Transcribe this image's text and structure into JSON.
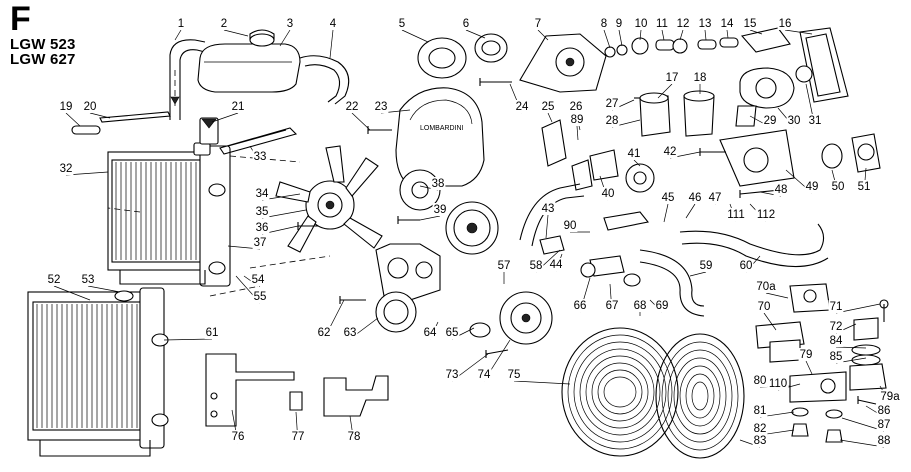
{
  "section_letter": "F",
  "models": [
    "LGW 523",
    "LGW 627"
  ],
  "callouts": [
    "1",
    "2",
    "3",
    "4",
    "5",
    "6",
    "7",
    "8",
    "9",
    "10",
    "11",
    "12",
    "13",
    "14",
    "15",
    "16",
    "17",
    "18",
    "19",
    "20",
    "21",
    "22",
    "23",
    "24",
    "25",
    "26",
    "27",
    "28",
    "29",
    "30",
    "31",
    "32",
    "33",
    "34",
    "35",
    "36",
    "37",
    "38",
    "39",
    "40",
    "41",
    "42",
    "43",
    "44",
    "45",
    "46",
    "47",
    "48",
    "49",
    "50",
    "51",
    "52",
    "53",
    "54",
    "55",
    "57",
    "58",
    "59",
    "60",
    "61",
    "62",
    "63",
    "64",
    "65",
    "66",
    "67",
    "68",
    "69",
    "70",
    "70a",
    "71",
    "72",
    "73",
    "74",
    "75",
    "76",
    "77",
    "78",
    "79",
    "79a",
    "80",
    "81",
    "82",
    "83",
    "84",
    "85",
    "86",
    "87",
    "88",
    "89",
    "90",
    "110",
    "111",
    "112"
  ]
}
